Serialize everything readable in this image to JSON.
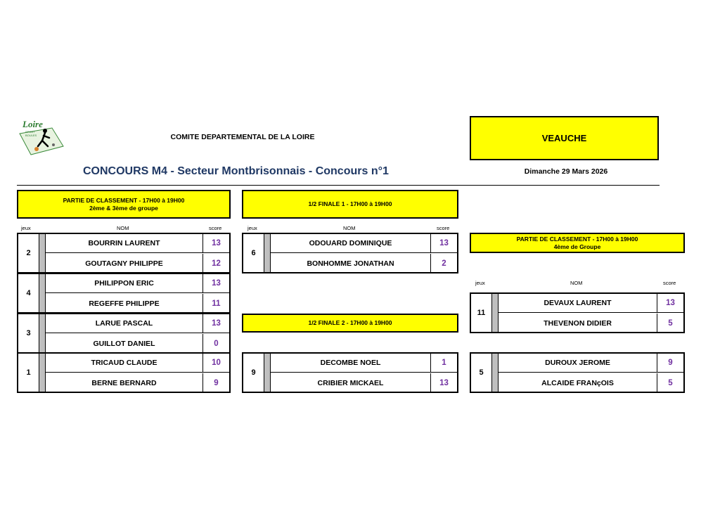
{
  "header": {
    "logo_text": "LOIRE SPORT BOULES",
    "organization": "COMITE DEPARTEMENTAL DE LA LOIRE",
    "venue": "VEAUCHE",
    "title": "CONCOURS M4 - Secteur Montbrisonnais - Concours n°1",
    "date": "Dimanche 29 Mars 2026"
  },
  "columns": {
    "jeux": "jeux",
    "nom": "NOM",
    "score": "score"
  },
  "banners": {
    "classement_23_line1": "PARTIE DE CLASSEMENT - 17H00 à 19H00",
    "classement_23_line2": "2ème & 3ème de groupe",
    "demi1": "1/2 FINALE 1 - 17H00 à 19H00",
    "demi2": "1/2 FINALE 2 - 17H00 à 19H00",
    "classement_4_line1": "PARTIE DE CLASSEMENT - 17H00 à 19H00",
    "classement_4_line2": "4ème de Groupe"
  },
  "matches": {
    "m1": {
      "jeux": "2",
      "p1": "BOURRIN LAURENT",
      "s1": "13",
      "p2": "GOUTAGNY PHILIPPE",
      "s2": "12"
    },
    "m2": {
      "jeux": "4",
      "p1": "PHILIPPON ERIC",
      "s1": "13",
      "p2": "REGEFFE PHILIPPE",
      "s2": "11"
    },
    "m3": {
      "jeux": "3",
      "p1": "LARUE PASCAL",
      "s1": "13",
      "p2": "GUILLOT DANIEL",
      "s2": "0"
    },
    "m4": {
      "jeux": "1",
      "p1": "TRICAUD CLAUDE",
      "s1": "10",
      "p2": "BERNE BERNARD",
      "s2": "9"
    },
    "sf1": {
      "jeux": "6",
      "p1": "ODOUARD DOMINIQUE",
      "s1": "13",
      "p2": "BONHOMME JONATHAN",
      "s2": "2"
    },
    "sf2": {
      "jeux": "9",
      "p1": "DECOMBE NOEL",
      "s1": "1",
      "p2": "CRIBIER MICKAEL",
      "s2": "13"
    },
    "c4a": {
      "jeux": "11",
      "p1": "DEVAUX LAURENT",
      "s1": "13",
      "p2": "THEVENON DIDIER",
      "s2": "5"
    },
    "c4b": {
      "jeux": "5",
      "p1": "DUROUX JEROME",
      "s1": "9",
      "p2": "ALCAIDE FRANçOIS",
      "s2": "5"
    }
  },
  "colors": {
    "banner": "#ffff00",
    "score": "#7030a0",
    "title": "#1f3864",
    "separator": "#bfbfbf"
  }
}
